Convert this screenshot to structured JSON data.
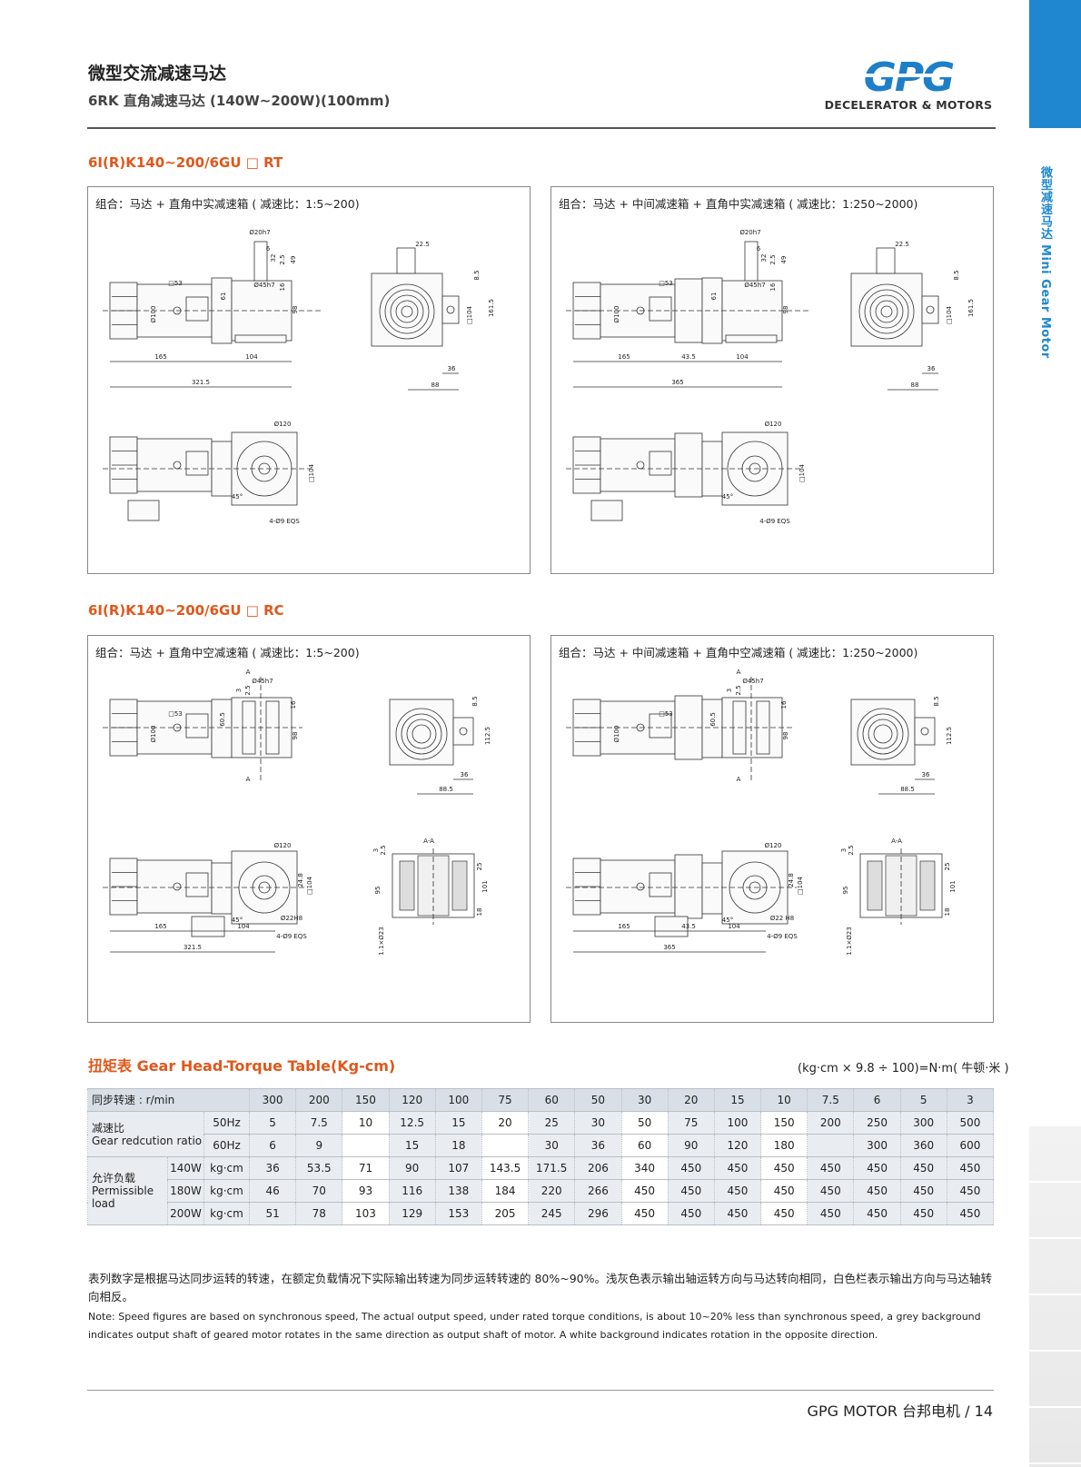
{
  "header": {
    "title_cn": "微型交流减速马达",
    "subtitle": "6RK 直角减速马达 (140W~200W)(100mm)",
    "logo_text": "GPG",
    "logo_sub": "DECELERATOR & MOTORS"
  },
  "side_tab": {
    "text": "微型减速马达 Mini Gear Motor",
    "color": "#1e87d0"
  },
  "sections": [
    {
      "title": "6I(R)K140~200/6GU □ RT",
      "panels": [
        {
          "caption": "组合：马达 + 直角中实减速箱 ( 减速比：1:5~200)",
          "type": "single",
          "dims": {
            "shaft": "Ø20h7",
            "d1": "22.5",
            "d100": "Ø100",
            "sq53": "□53",
            "d61": "61",
            "len1": "165",
            "len2": "104",
            "total": "321.5",
            "h98": "98",
            "h161": "161.5",
            "sq104": "□104",
            "w88": "88",
            "w36": "36",
            "d120": "Ø120",
            "eqs": "4-Ø9 EQS",
            "ang": "45°",
            "v6": "6",
            "v32": "32",
            "v25": "2.5",
            "v49": "49",
            "v85": "8.5",
            "v16": "16",
            "d45": "Ø45h7"
          }
        },
        {
          "caption": "组合：马达 + 中间减速箱 + 直角中实减速箱 ( 减速比：1:250~2000)",
          "type": "double",
          "dims": {
            "shaft": "Ø20h7",
            "d1": "22.5",
            "d100": "Ø100",
            "sq53": "□53",
            "d61": "61",
            "len1": "165",
            "len2": "104",
            "mid": "43.5",
            "total": "365",
            "h98": "98",
            "h161": "161.5",
            "sq104": "□104",
            "w88": "88",
            "w36": "36",
            "d120": "Ø120",
            "eqs": "4-Ø9 EQS",
            "ang": "45°",
            "v6": "6",
            "v32": "32",
            "v25": "2.5",
            "v49": "49",
            "v85": "8.5",
            "v16": "16",
            "d45": "Ø45h7"
          }
        }
      ]
    },
    {
      "title": "6I(R)K140~200/6GU □ RC",
      "panels": [
        {
          "caption": "组合：马达 + 直角中空减速箱 ( 减速比：1:5~200)",
          "type": "single",
          "dims": {
            "a": "A",
            "d45": "Ø45h7",
            "v3": "3",
            "v25": "2.5",
            "v16": "16",
            "d100": "Ø100",
            "sq53": "□53",
            "d605": "60.5",
            "h98": "98",
            "v85": "8.5",
            "h112": "112.5",
            "w36": "36",
            "w885": "88.5",
            "d120": "Ø120",
            "v248": "24.8",
            "sq104": "□104",
            "d22": "Ø22H8",
            "eqs": "4-Ø9 EQS",
            "ang": "45°",
            "h95": "95",
            "h101": "101",
            "len1": "165",
            "len2": "104",
            "total": "321.5",
            "aa": "A-A",
            "v25b": "25",
            "v18": "18",
            "d23": "1.1×Ø23"
          }
        },
        {
          "caption": "组合：马达 + 中间减速箱 + 直角中空减速箱 ( 减速比：1:250~2000)",
          "type": "double",
          "dims": {
            "a": "A",
            "d45": "Ø45h7",
            "v3": "3",
            "v25": "2.5",
            "v16": "16",
            "d100": "Ø100",
            "sq53": "□53",
            "d605": "60.5",
            "h98": "98",
            "v85": "8.5",
            "h112": "112.5",
            "w36": "36",
            "w885": "88.5",
            "d120": "Ø120",
            "v248": "24.8",
            "sq104": "□104",
            "d22": "Ø22 H8",
            "eqs": "4-Ø9 EQS",
            "ang": "45°",
            "h95": "95",
            "h101": "101",
            "len1": "165",
            "len2": "104",
            "mid": "43.5",
            "total": "365",
            "aa": "A-A",
            "v25b": "25",
            "v18": "18",
            "d23": "1.1×Ø23"
          }
        }
      ]
    }
  ],
  "torque": {
    "title": "扭矩表 Gear Head-Torque Table(Kg-cm)",
    "unit_note": "(kg·cm × 9.8 ÷ 100)=N·m( 牛顿·米 )",
    "speed_label": "同步转速 : r/min",
    "speeds": [
      "300",
      "200",
      "150",
      "120",
      "100",
      "75",
      "60",
      "50",
      "30",
      "20",
      "15",
      "10",
      "7.5",
      "6",
      "5",
      "3"
    ],
    "ratio_label_cn": "减速比",
    "ratio_label_en": "Gear redcution ratio",
    "hz50": "50Hz",
    "hz60": "60Hz",
    "ratio50": [
      "5",
      "7.5",
      "10",
      "12.5",
      "15",
      "20",
      "25",
      "30",
      "50",
      "75",
      "100",
      "150",
      "200",
      "250",
      "300",
      "500"
    ],
    "ratio60": [
      "6",
      "9",
      "",
      "15",
      "18",
      "",
      "30",
      "36",
      "60",
      "90",
      "120",
      "180",
      "",
      "300",
      "360",
      "600"
    ],
    "load_label_cn": "允许负载",
    "load_label_en": "Permissible load",
    "unit": "kg·cm",
    "loads": [
      {
        "power": "140W",
        "values": [
          "36",
          "53.5",
          "71",
          "90",
          "107",
          "143.5",
          "171.5",
          "206",
          "340",
          "450",
          "450",
          "450",
          "450",
          "450",
          "450",
          "450"
        ]
      },
      {
        "power": "180W",
        "values": [
          "46",
          "70",
          "93",
          "116",
          "138",
          "184",
          "220",
          "266",
          "450",
          "450",
          "450",
          "450",
          "450",
          "450",
          "450",
          "450"
        ]
      },
      {
        "power": "200W",
        "values": [
          "51",
          "78",
          "103",
          "129",
          "153",
          "205",
          "245",
          "296",
          "450",
          "450",
          "450",
          "450",
          "450",
          "450",
          "450",
          "450"
        ]
      }
    ]
  },
  "notes": {
    "cn": "表列数字是根据马达同步运转的转速，在额定负载情况下实际输出转速为同步运转转速的 80%~90%。浅灰色表示输出轴运转方向与马达转向相同，白色栏表示输出方向与马达轴转向相反。",
    "en": "Note: Speed figures are based on synchronous speed, The actual output speed, under rated torque conditions, is about 10~20% less than synchronous speed, a grey background indicates output shaft of geared motor rotates in the same direction as output shaft of motor. A white background indicates rotation in the opposite direction."
  },
  "footer": {
    "brand": "GPG MOTOR 台邦电机",
    "sep": "/",
    "page": "14"
  }
}
